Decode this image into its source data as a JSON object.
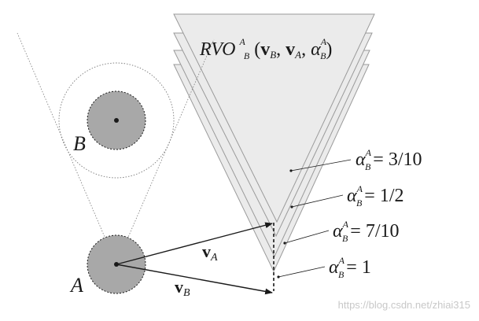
{
  "labels": {
    "circle_B": "B",
    "circle_A": "A",
    "vec_A_main": "v",
    "vec_A_sub": "A",
    "vec_B_main": "v",
    "vec_B_sub": "B"
  },
  "rvo_title": {
    "prefix": "RVO",
    "sub": "B",
    "sup": "A",
    "open": "(",
    "vB_main": "v",
    "vB_sub": "B",
    "comma1": ", ",
    "vA_main": "v",
    "vA_sub": "A",
    "comma2": ", ",
    "alpha": "α",
    "alpha_sub": "B",
    "alpha_sup": "A",
    "close": ")"
  },
  "alpha_labels": [
    {
      "alpha": "α",
      "sub": "B",
      "sup": "A",
      "eq": "= 3/10"
    },
    {
      "alpha": "α",
      "sub": "B",
      "sup": "A",
      "eq": "= 1/2"
    },
    {
      "alpha": "α",
      "sub": "B",
      "sup": "A",
      "eq": "= 7/10"
    },
    {
      "alpha": "α",
      "sub": "B",
      "sup": "A",
      "eq": "= 1"
    }
  ],
  "watermark": "https://blog.csdn.net/zhiai315",
  "colors": {
    "cone_fill": "#ebebeb",
    "cone_stroke": "#9a9a9a",
    "disc_fill": "#a8a8a8",
    "ink": "#1a1a1a",
    "dotted": "#7a7a7a"
  }
}
